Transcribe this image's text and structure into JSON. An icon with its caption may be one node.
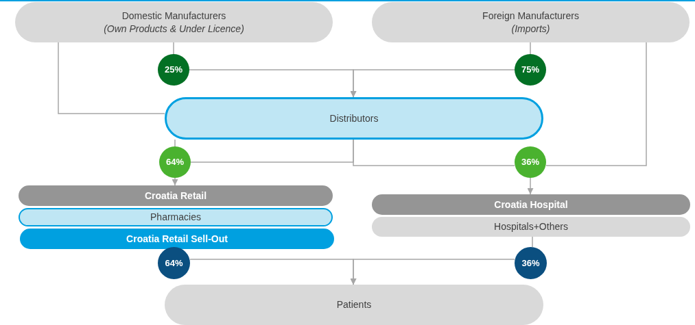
{
  "diagram": {
    "nodes": [
      {
        "text": [
          "Domestic Manufacturers",
          "(Own Products & Under Licence)"
        ]
      },
      {
        "text": [
          "Foreign Manufacturers",
          "(Imports)"
        ]
      },
      {
        "text": [
          "25%"
        ]
      },
      {
        "text": [
          "75%"
        ]
      },
      {
        "text": [
          "Distributors"
        ]
      },
      {
        "text": [
          "64%"
        ]
      },
      {
        "text": [
          "36%"
        ]
      },
      {
        "text": [
          "Croatia Retail"
        ]
      },
      {
        "text": [
          "Pharmacies"
        ]
      },
      {
        "text": [
          "Croatia Retail Sell-Out"
        ]
      },
      {
        "text": [
          "Croatia Hospital"
        ]
      },
      {
        "text": [
          "Hospitals+Others"
        ]
      },
      {
        "text": [
          "64%"
        ]
      },
      {
        "text": [
          "36%"
        ]
      },
      {
        "text": [
          "Patients"
        ]
      }
    ],
    "edges": [
      {
        "from": 0,
        "to": 2,
        "arrow": "none"
      },
      {
        "from": 2,
        "to": 4,
        "arrow": "to"
      },
      {
        "from": 1,
        "to": 3,
        "arrow": "none"
      },
      {
        "from": 3,
        "to": 4,
        "arrow": "to"
      },
      {
        "from": 0,
        "to": 4,
        "arrow": "none"
      },
      {
        "from": 4,
        "to": 5,
        "arrow": "none"
      },
      {
        "from": 4,
        "to": 5,
        "arrow": "none"
      },
      {
        "from": 4,
        "to": 6,
        "arrow": "none"
      },
      {
        "from": 1,
        "to": 6,
        "arrow": "none"
      },
      {
        "from": 5,
        "to": 7,
        "arrow": "to"
      },
      {
        "from": 6,
        "to": 10,
        "arrow": "to"
      },
      {
        "from": 11,
        "to": 13,
        "arrow": "none"
      },
      {
        "from": 12,
        "to": 14,
        "arrow": "to"
      },
      {
        "from": 13,
        "to": 14,
        "arrow": "to"
      }
    ]
  }
}
